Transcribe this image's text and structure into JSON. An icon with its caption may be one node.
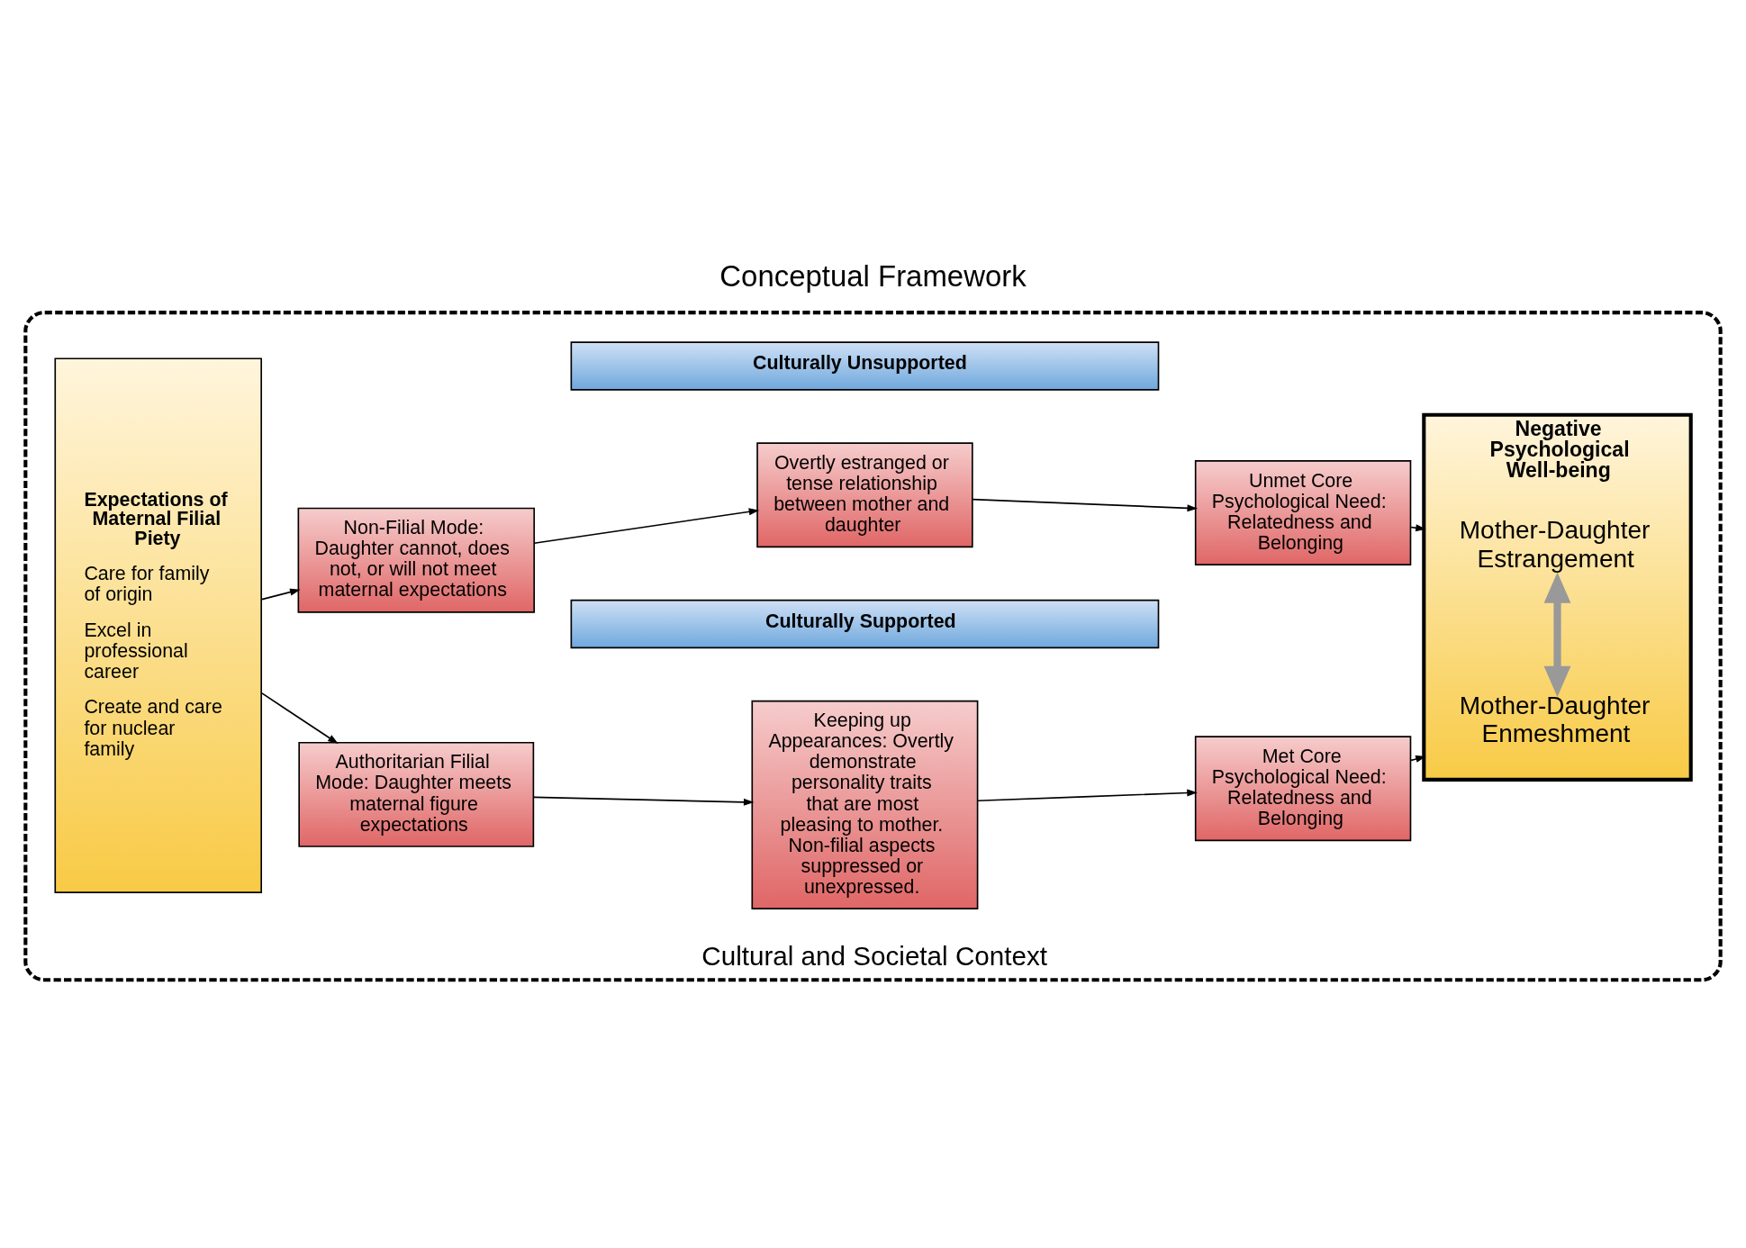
{
  "diagram": {
    "title": "Conceptual Framework",
    "nodes": [
      {
        "text": [
          "Cultural and Societal Context"
        ]
      },
      {
        "text": [
          "Expectations of Maternal Filial Piety",
          "Care for family of origin",
          "Excel in professional career",
          "Create and care for nuclear  family"
        ],
        "in": 0
      },
      {
        "text": [
          "Culturally Unsupported"
        ],
        "in": 0
      },
      {
        "text": [
          "Non-Filial Mode: Daughter cannot, does not, or will not meet maternal expectations"
        ],
        "in": 0
      },
      {
        "text": [
          "Overtly estranged or tense relationship between mother and daughter"
        ],
        "in": 0
      },
      {
        "text": [
          "Unmet Core Psychological Need: Relatedness and Belonging"
        ],
        "in": 0
      },
      {
        "text": [
          "Negative Psychological Well-being"
        ],
        "in": 0
      },
      {
        "text": [
          "Mother-Daughter Estrangement"
        ],
        "in": 6
      },
      {
        "text": [
          "Mother-Daughter Enmeshment"
        ],
        "in": 6
      },
      {
        "text": [
          "Culturally Supported"
        ],
        "in": 0
      },
      {
        "text": [
          "Authoritarian Filial Mode: Daughter meets maternal figure expectations"
        ],
        "in": 0
      },
      {
        "text": [
          "Keeping up Appearances: Overtly demonstrate personality traits that are most pleasing to mother. Non-filial aspects suppressed or unexpressed."
        ],
        "in": 0
      },
      {
        "text": [
          "Met Core Psychological Need: Relatedness and Belonging"
        ],
        "in": 0
      }
    ],
    "edges": [
      {
        "from": 1,
        "to": 3,
        "arrow": "to"
      },
      {
        "from": 3,
        "to": 4,
        "arrow": "to"
      },
      {
        "from": 4,
        "to": 5,
        "arrow": "to"
      },
      {
        "from": 5,
        "to": 6,
        "arrow": "to"
      },
      {
        "from": 1,
        "to": 10,
        "arrow": "to"
      },
      {
        "from": 10,
        "to": 11,
        "arrow": "to"
      },
      {
        "from": 11,
        "to": 12,
        "arrow": "to"
      },
      {
        "from": 12,
        "to": 6,
        "arrow": "to"
      },
      {
        "from": 7,
        "to": 8,
        "arrow": "both",
        "style": "thick",
        "color": "#999999"
      }
    ]
  }
}
